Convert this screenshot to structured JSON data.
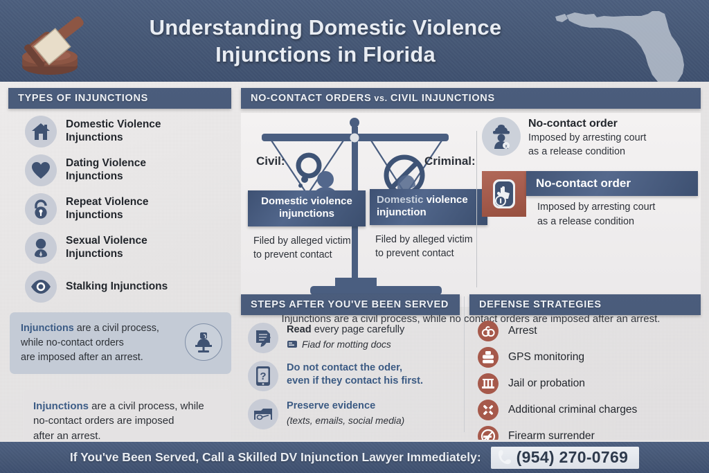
{
  "header": {
    "title_line1": "Understanding Domestic Violence",
    "title_line2": "Injunctions in Florida",
    "gavel_icon": "gavel-icon",
    "map_icon": "florida-map-silhouette",
    "bg_color": "#455775",
    "title_color": "#e9edf3"
  },
  "types_section": {
    "bar_label": "TYPES OF INJUNCTIONS",
    "items": [
      {
        "label_line1": "Domestic Violence",
        "label_line2": "Injunctions",
        "icon": "house-icon"
      },
      {
        "label_line1": "Dating Violence",
        "label_line2": "Injunctions",
        "icon": "heart-icon"
      },
      {
        "label_line1": "Repeat Violence",
        "label_line2": "Injunctions",
        "icon": "padlock-icon"
      },
      {
        "label_line1": "Sexual Violence",
        "label_line2": "Injunctions",
        "icon": "person-icon"
      },
      {
        "label_line1": "Stalking Injunctions",
        "label_line2": "",
        "icon": "eye-icon"
      }
    ],
    "callout_a": {
      "keyword": "Injunctions",
      "rest_line1": " are a civil process,",
      "rest_line2": "while no-contact orders",
      "rest_line3": "are imposed after an arrest.",
      "icon": "judge-scales-icon",
      "bg_color": "#c4cbd6"
    },
    "callout_b": {
      "keyword": "Injunctions",
      "rest_line1": " are a civil process, while",
      "rest_line2": "no-contact orders are imposed",
      "rest_line3": "after an arrest.",
      "bg_color": "#e4e2e3"
    }
  },
  "compare_section": {
    "bar_label_main": "NO-CONTACT ORDERS",
    "bar_label_vs": "vs.",
    "bar_label_tail": "CIVIL INJUNCTIONS",
    "civil_label": "Civil:",
    "criminal_label": "Criminal:",
    "scale_icon": "balance-scale-icon",
    "pan_left": {
      "title_line1": "Domestic violence",
      "title_line2": "injunctions",
      "body_line1": "Filed by alleged victim",
      "body_line2": "to prevent contact"
    },
    "pan_right": {
      "title_part_dim": "Domestic ",
      "title_part_bold": "violence",
      "title_line2": "injunction",
      "body_line1": "Filed by alleged victim",
      "body_line2": "to prevent contact"
    },
    "nco_top": {
      "heading": "No-contact order",
      "sub_line1": "Imposed by arresting court",
      "sub_line2": "as a release condition",
      "icon": "police-officer-icon"
    },
    "nco_card": {
      "band_label": "No-contact order",
      "desc_line1": "Imposed by arresting court",
      "desc_line2": "as a release condition",
      "icon": "no-contact-hand-icon",
      "icon_bg_color": "#a45a4b"
    },
    "caption": "Injunctions are a civil process, while no contact orders are imposed after an arrest."
  },
  "steps_section": {
    "bar_label": "STEPS AFTER YOU'VE BEEN SERVED",
    "items": [
      {
        "icon": "document-pencil-icon",
        "bold": "Read",
        "rest": " every page carefully",
        "sub": "Fiad for motting docs",
        "sub_icon": "card-icon",
        "blue": false
      },
      {
        "icon": "tablet-question-icon",
        "bold": "",
        "rest": "Do not contact the oder,",
        "rest2": "even if they contact his first.",
        "sub": "",
        "blue": true
      },
      {
        "icon": "folder-envelope-icon",
        "bold": "Preserve evidence",
        "rest": "",
        "sub": "(texts, emails, social media)",
        "blue": true
      }
    ]
  },
  "defense_section": {
    "bar_label": "DEFENSE STRATEGIES",
    "accent_color": "#a6594b",
    "items": [
      {
        "label": "Arrest",
        "icon": "handcuffs-icon"
      },
      {
        "label": "GPS monitoring",
        "icon": "ankle-monitor-icon"
      },
      {
        "label": "Jail or probation",
        "icon": "jail-bars-icon"
      },
      {
        "label": "Additional criminal charges",
        "icon": "gavel-charge-icon"
      },
      {
        "label": "Firearm surrender",
        "icon": "firearm-prohibited-icon"
      }
    ]
  },
  "footer": {
    "text": "If You've Been Served, Call a Skilled DV Injunction Lawyer Immediately:",
    "phone": "(954) 270-0769",
    "phone_icon": "phone-icon",
    "bg_color": "#455775"
  }
}
